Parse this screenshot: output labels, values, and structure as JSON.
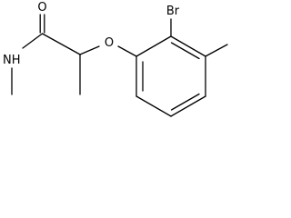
{
  "molecule": {
    "atom_labels": {
      "carbonyl_oxygen": "O",
      "amide_nitrogen": "NH",
      "ether_oxygen": "O",
      "bromine": "Br"
    },
    "colors": {
      "bond": "#000000",
      "label": "#000000",
      "background": "#ffffff"
    }
  }
}
